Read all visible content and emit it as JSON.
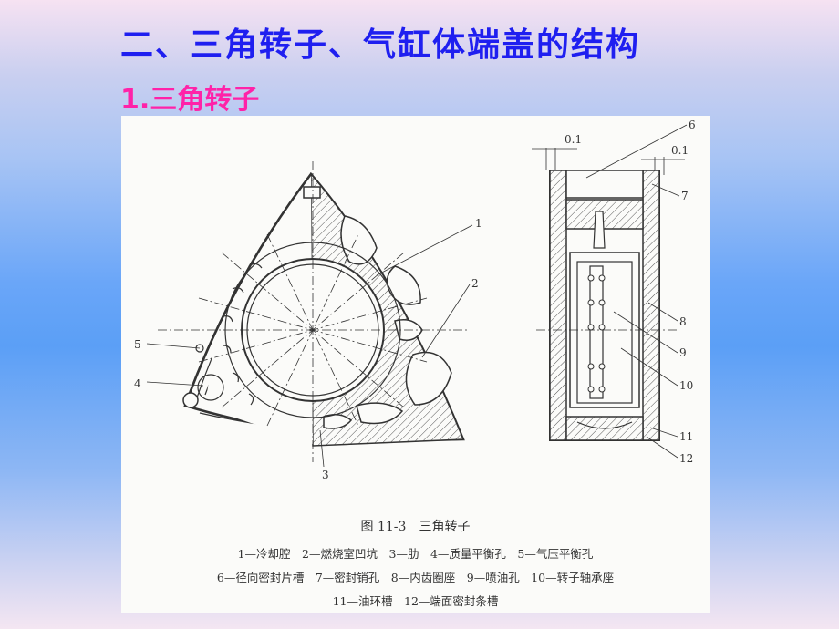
{
  "slide": {
    "title": "二、三角转子、气缸体端盖的结构",
    "subtitle": "1.三角转子"
  },
  "figure": {
    "caption": "图 11-3　三角转子",
    "legend": [
      "1—冷却腔　2—燃烧室凹坑　3—肋　4—质量平衡孔　5—气压平衡孔",
      "6—径向密封片槽　7—密封销孔　8—内齿圈座　9—喷油孔　10—转子轴承座",
      "11—油环槽　12—端面密封条槽"
    ],
    "dims": [
      "0.1",
      "0.1"
    ],
    "callouts": [
      "1",
      "2",
      "3",
      "4",
      "5",
      "6",
      "7",
      "8",
      "9",
      "10",
      "11",
      "12"
    ]
  }
}
